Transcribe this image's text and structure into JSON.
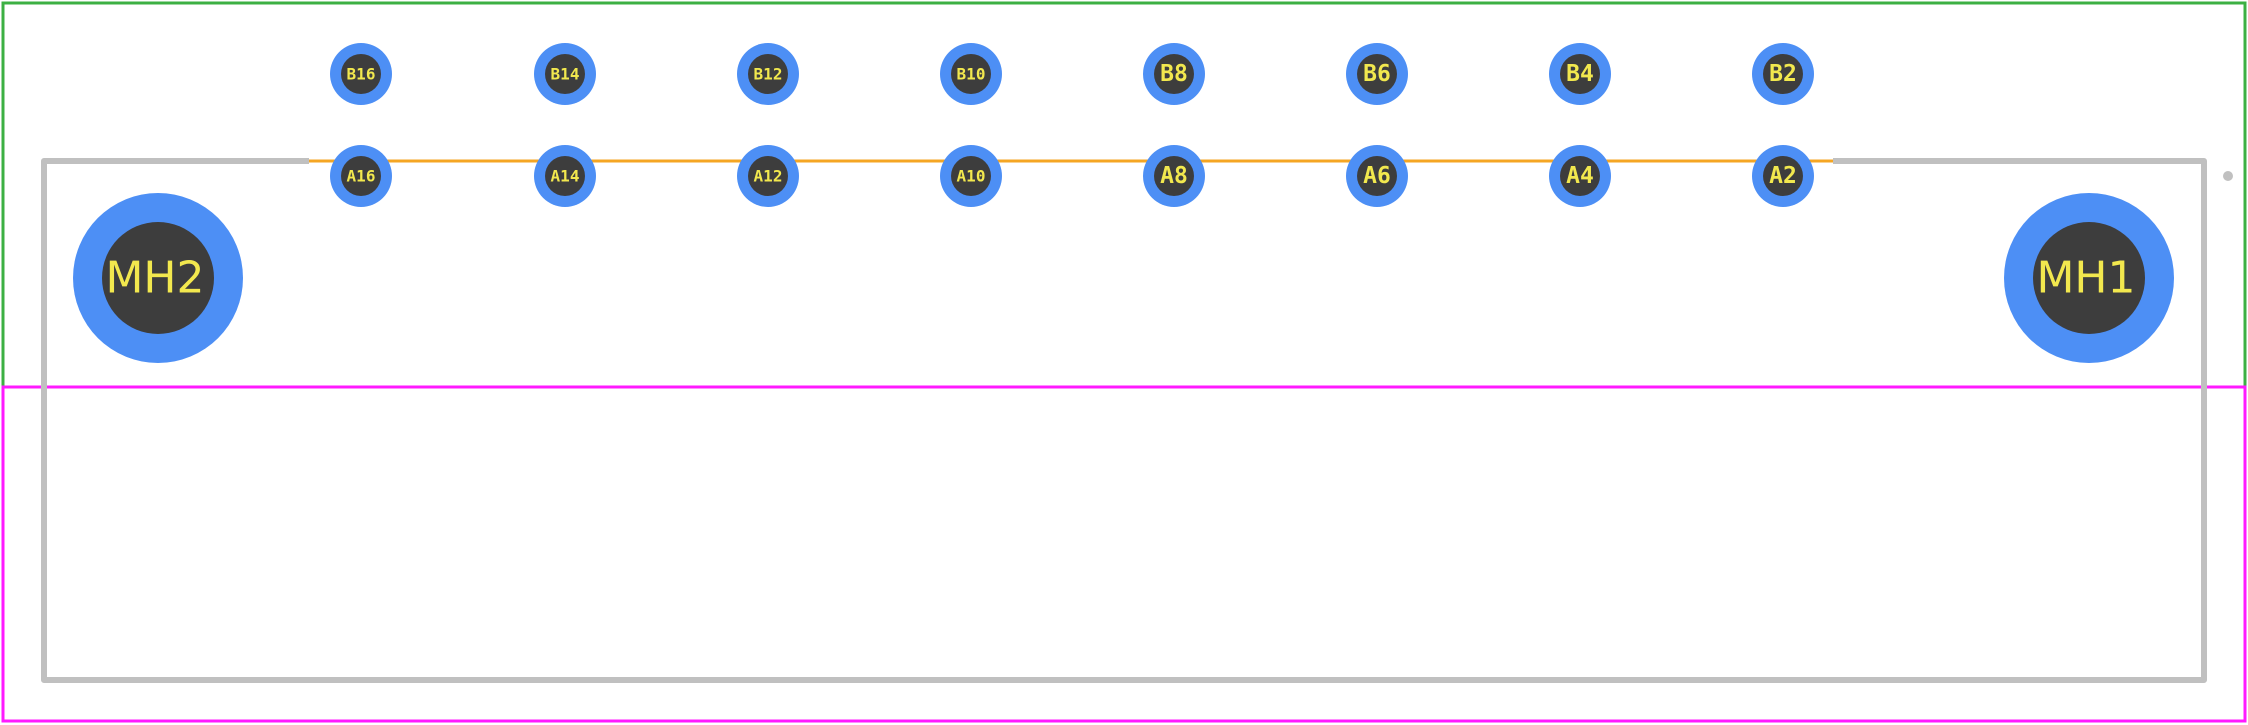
{
  "colors": {
    "background": "#ffffff",
    "courtyard": "#3cb043",
    "assembly": "#ff1aff",
    "silkscreen": "#c0c0c0",
    "trace": "#f5a623",
    "pad_ring": "#4d8ff5",
    "pad_hole": "#3d3d3d",
    "label": "#f2e84e"
  },
  "row_b": {
    "pins": [
      "B16",
      "B14",
      "B12",
      "B10",
      "B8",
      "B6",
      "B4",
      "B2"
    ]
  },
  "row_a": {
    "pins": [
      "A16",
      "A14",
      "A12",
      "A10",
      "A8",
      "A6",
      "A4",
      "A2"
    ]
  },
  "mounting_holes": {
    "left": "MH2",
    "right": "MH1"
  }
}
